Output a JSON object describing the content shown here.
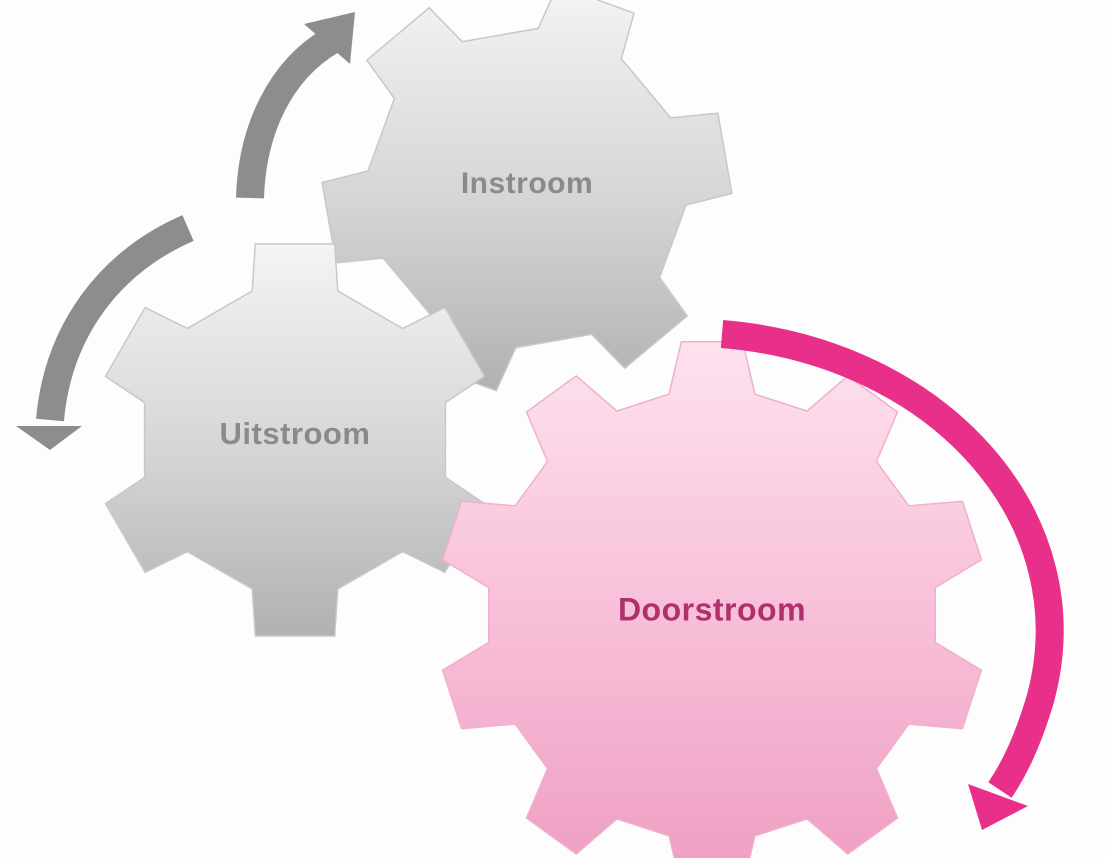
{
  "diagram": {
    "gears": [
      {
        "id": "instroom",
        "label": "Instroom",
        "tone": "grey"
      },
      {
        "id": "uitstroom",
        "label": "Uitstroom",
        "tone": "grey"
      },
      {
        "id": "doorstroom",
        "label": "Doorstroom",
        "tone": "pink"
      }
    ],
    "colors": {
      "grey_gear_light": "#f1f1f1",
      "grey_gear_dark": "#b4b4b4",
      "grey_label": "#8a8a8a",
      "grey_arrow": "#8d8d8d",
      "pink_gear_light": "#fbd2e4",
      "pink_gear_dark": "#f09fc3",
      "pink_label": "#b0306e",
      "pink_arrow": "#e8308a"
    }
  }
}
